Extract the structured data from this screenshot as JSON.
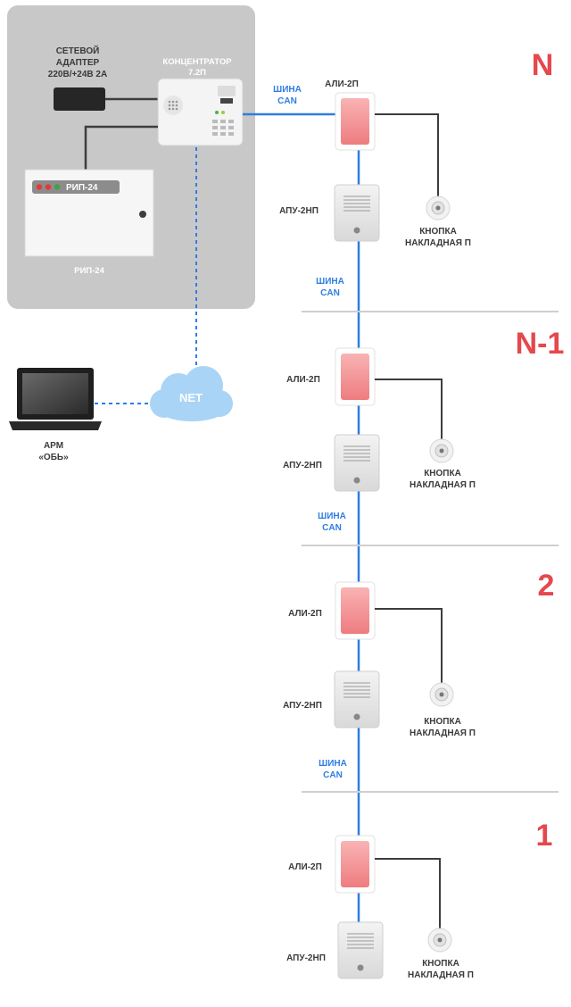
{
  "equipment_room": {
    "adapter_label": [
      "СЕТЕВОЙ",
      "АДАПТЕР",
      "220В/+24В 2А"
    ],
    "hub_label": [
      "КОНЦЕНТРАТОР",
      "7.2П"
    ],
    "rip_panel_label": "РИП-24",
    "rip_caption": "РИП-24"
  },
  "network": {
    "cloud_label": "NET",
    "arm_label": [
      "АРМ",
      "«ОБЬ»"
    ]
  },
  "bus_label": [
    "ШИНА",
    "CAN"
  ],
  "floors": [
    {
      "number": "N",
      "ali_label": "АЛИ-2П",
      "apu_label": "АПУ-2НП",
      "button_label": [
        "КНОПКА",
        "НАКЛАДНАЯ П"
      ]
    },
    {
      "number": "N-1",
      "ali_label": "АЛИ-2П",
      "apu_label": "АПУ-2НП",
      "button_label": [
        "КНОПКА",
        "НАКЛАДНАЯ П"
      ]
    },
    {
      "number": "2",
      "ali_label": "АЛИ-2П",
      "apu_label": "АПУ-2НП",
      "button_label": [
        "КНОПКА",
        "НАКЛАДНАЯ П"
      ]
    },
    {
      "number": "1",
      "ali_label": "АЛИ-2П",
      "apu_label": "АПУ-2НП",
      "button_label": [
        "КНОПКА",
        "НАКЛАДНАЯ П"
      ]
    }
  ],
  "colors": {
    "room_bg": "#c8c8c8",
    "bus_line": "#2f7de0",
    "control_line": "#3d3d3d",
    "floor_number": "#e5484d",
    "ali_red": "#f08a8c",
    "cloud": "#a9d4f5"
  }
}
